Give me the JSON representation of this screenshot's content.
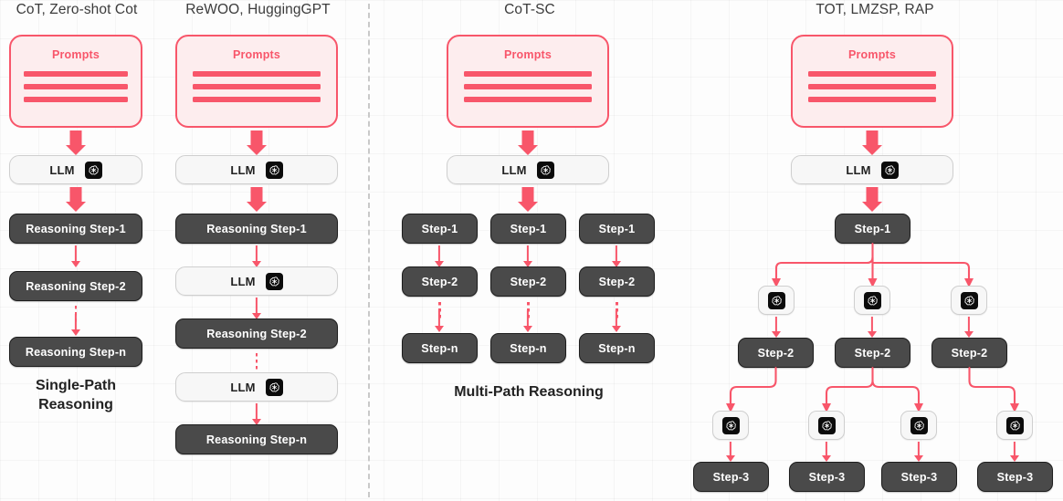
{
  "diagram": {
    "title_left": "CoT, Zero-shot Cot",
    "columns": [
      {
        "id": "cot",
        "header": "CoT, Zero-shot Cot",
        "prompts_label": "Prompts",
        "llm_label": "LLM",
        "steps": [
          "Reasoning Step-1",
          "Reasoning Step-2",
          "Reasoning Step-n"
        ]
      },
      {
        "id": "rewoo",
        "header": "ReWOO, HuggingGPT",
        "prompts_label": "Prompts",
        "llm_label": "LLM",
        "steps": [
          "Reasoning Step-1",
          "Reasoning Step-2",
          "Reasoning Step-n"
        ]
      },
      {
        "id": "cotsc",
        "header": "CoT-SC",
        "prompts_label": "Prompts",
        "llm_label": "LLM",
        "paths": [
          [
            "Step-1",
            "Step-2",
            "Step-n"
          ],
          [
            "Step-1",
            "Step-2",
            "Step-n"
          ],
          [
            "Step-1",
            "Step-2",
            "Step-n"
          ]
        ]
      },
      {
        "id": "tot",
        "header": "TOT, LMZSP, RAP",
        "prompts_label": "Prompts",
        "llm_label": "LLM",
        "root_step": "Step-1",
        "level2_steps": [
          "Step-2",
          "Step-2",
          "Step-2"
        ],
        "level3_steps": [
          "Step-3",
          "Step-3",
          "Step-3",
          "Step-3"
        ]
      }
    ],
    "captions": {
      "single_path": "Single-Path\nReasoning",
      "multi_path": "Multi-Path Reasoning"
    },
    "icons": {
      "openai": "openai-logo-icon"
    },
    "colors": {
      "accent": "#F8566A",
      "prompt_fill": "#FDEDEE",
      "step_fill": "#4A4A4A",
      "llm_fill": "#F7F7F7",
      "text_dark": "#222222"
    }
  }
}
